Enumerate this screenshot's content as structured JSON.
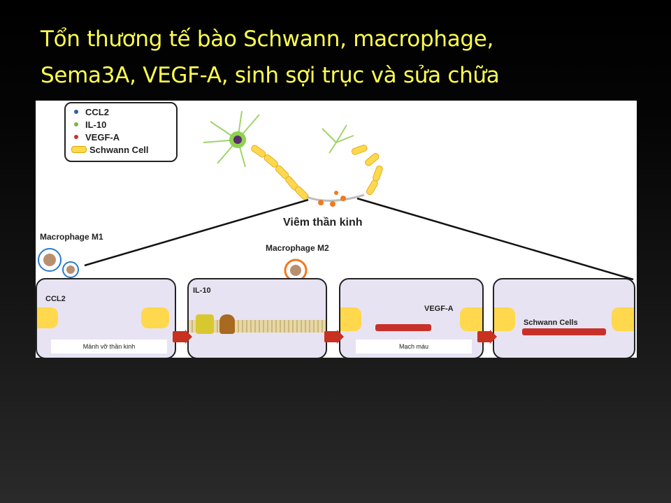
{
  "slide": {
    "title_line1": "Tổn thương tế bào Schwann, macrophage,",
    "title_line2": "Sema3A, VEGF-A, sinh sợi trục và sửa chữa"
  },
  "diagram": {
    "legend": [
      {
        "label": "CCL2",
        "color": "#2d5fa8"
      },
      {
        "label": "IL-10",
        "color": "#7ab648"
      },
      {
        "label": "VEGF-A",
        "color": "#c8302a"
      },
      {
        "label": "Schwann Cell",
        "color": "#ffd84d"
      }
    ],
    "center_label": "Viêm thần kinh",
    "macrophage_m1": "Macrophage M1",
    "macrophage_m2": "Macrophage M2",
    "panels": [
      {
        "tag": "CCL2",
        "caption": "Mảnh vỡ thần kinh"
      },
      {
        "tag": "IL-10",
        "caption": ""
      },
      {
        "tag": "VEGF-A",
        "caption": "Mạch máu"
      },
      {
        "tag": "Schwann Cells",
        "caption": ""
      }
    ]
  }
}
